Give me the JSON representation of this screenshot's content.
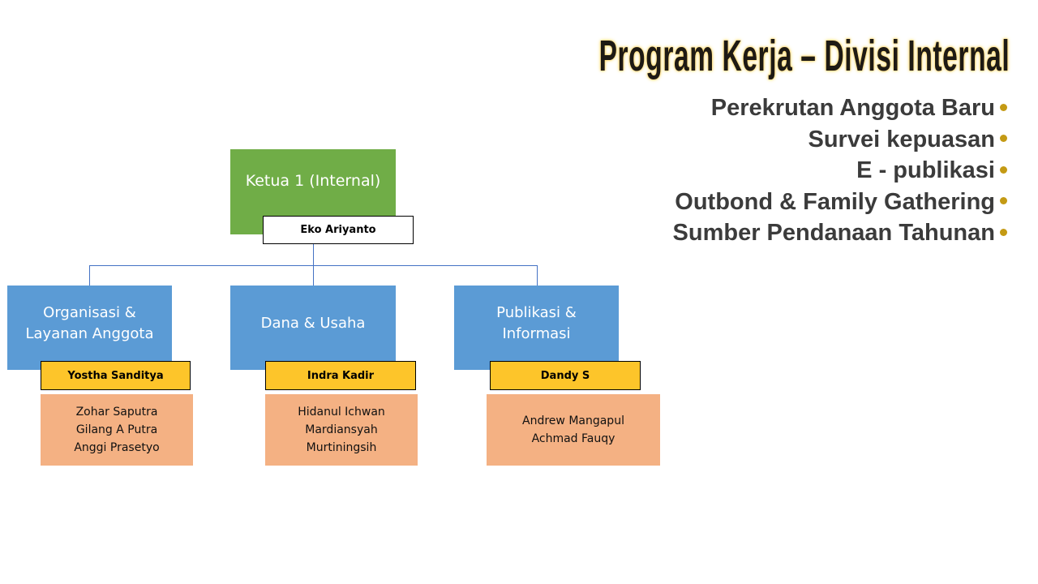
{
  "title": "Program Kerja – Divisi Internal",
  "programs": [
    "Perekrutan Anggota Baru",
    "Survei kepuasan",
    "E - publikasi",
    "Outbond & Family Gathering",
    "Sumber Pendanaan Tahunan"
  ],
  "colors": {
    "head": "#70ad47",
    "division": "#5b9bd5",
    "leader": "#fdc52a",
    "members": "#f4b183",
    "bullet": "#c49a14"
  },
  "org": {
    "head": {
      "title": "Ketua 1 (Internal)",
      "name": "Eko Ariyanto"
    },
    "divisions": [
      {
        "line1": "Organisasi &",
        "line2": "Layanan Anggota",
        "leader": "Yostha Sanditya",
        "members": [
          "Zohar Saputra",
          "Gilang A Putra",
          "Anggi Prasetyo"
        ]
      },
      {
        "line1": "Dana & Usaha",
        "line2": "",
        "leader": "Indra Kadir",
        "members": [
          "Hidanul Ichwan",
          "Mardiansyah",
          "Murtiningsih"
        ]
      },
      {
        "line1": "Publikasi &",
        "line2": "Informasi",
        "leader": "Dandy S",
        "members": [
          "Andrew Mangapul",
          "Achmad Fauqy"
        ]
      }
    ]
  }
}
